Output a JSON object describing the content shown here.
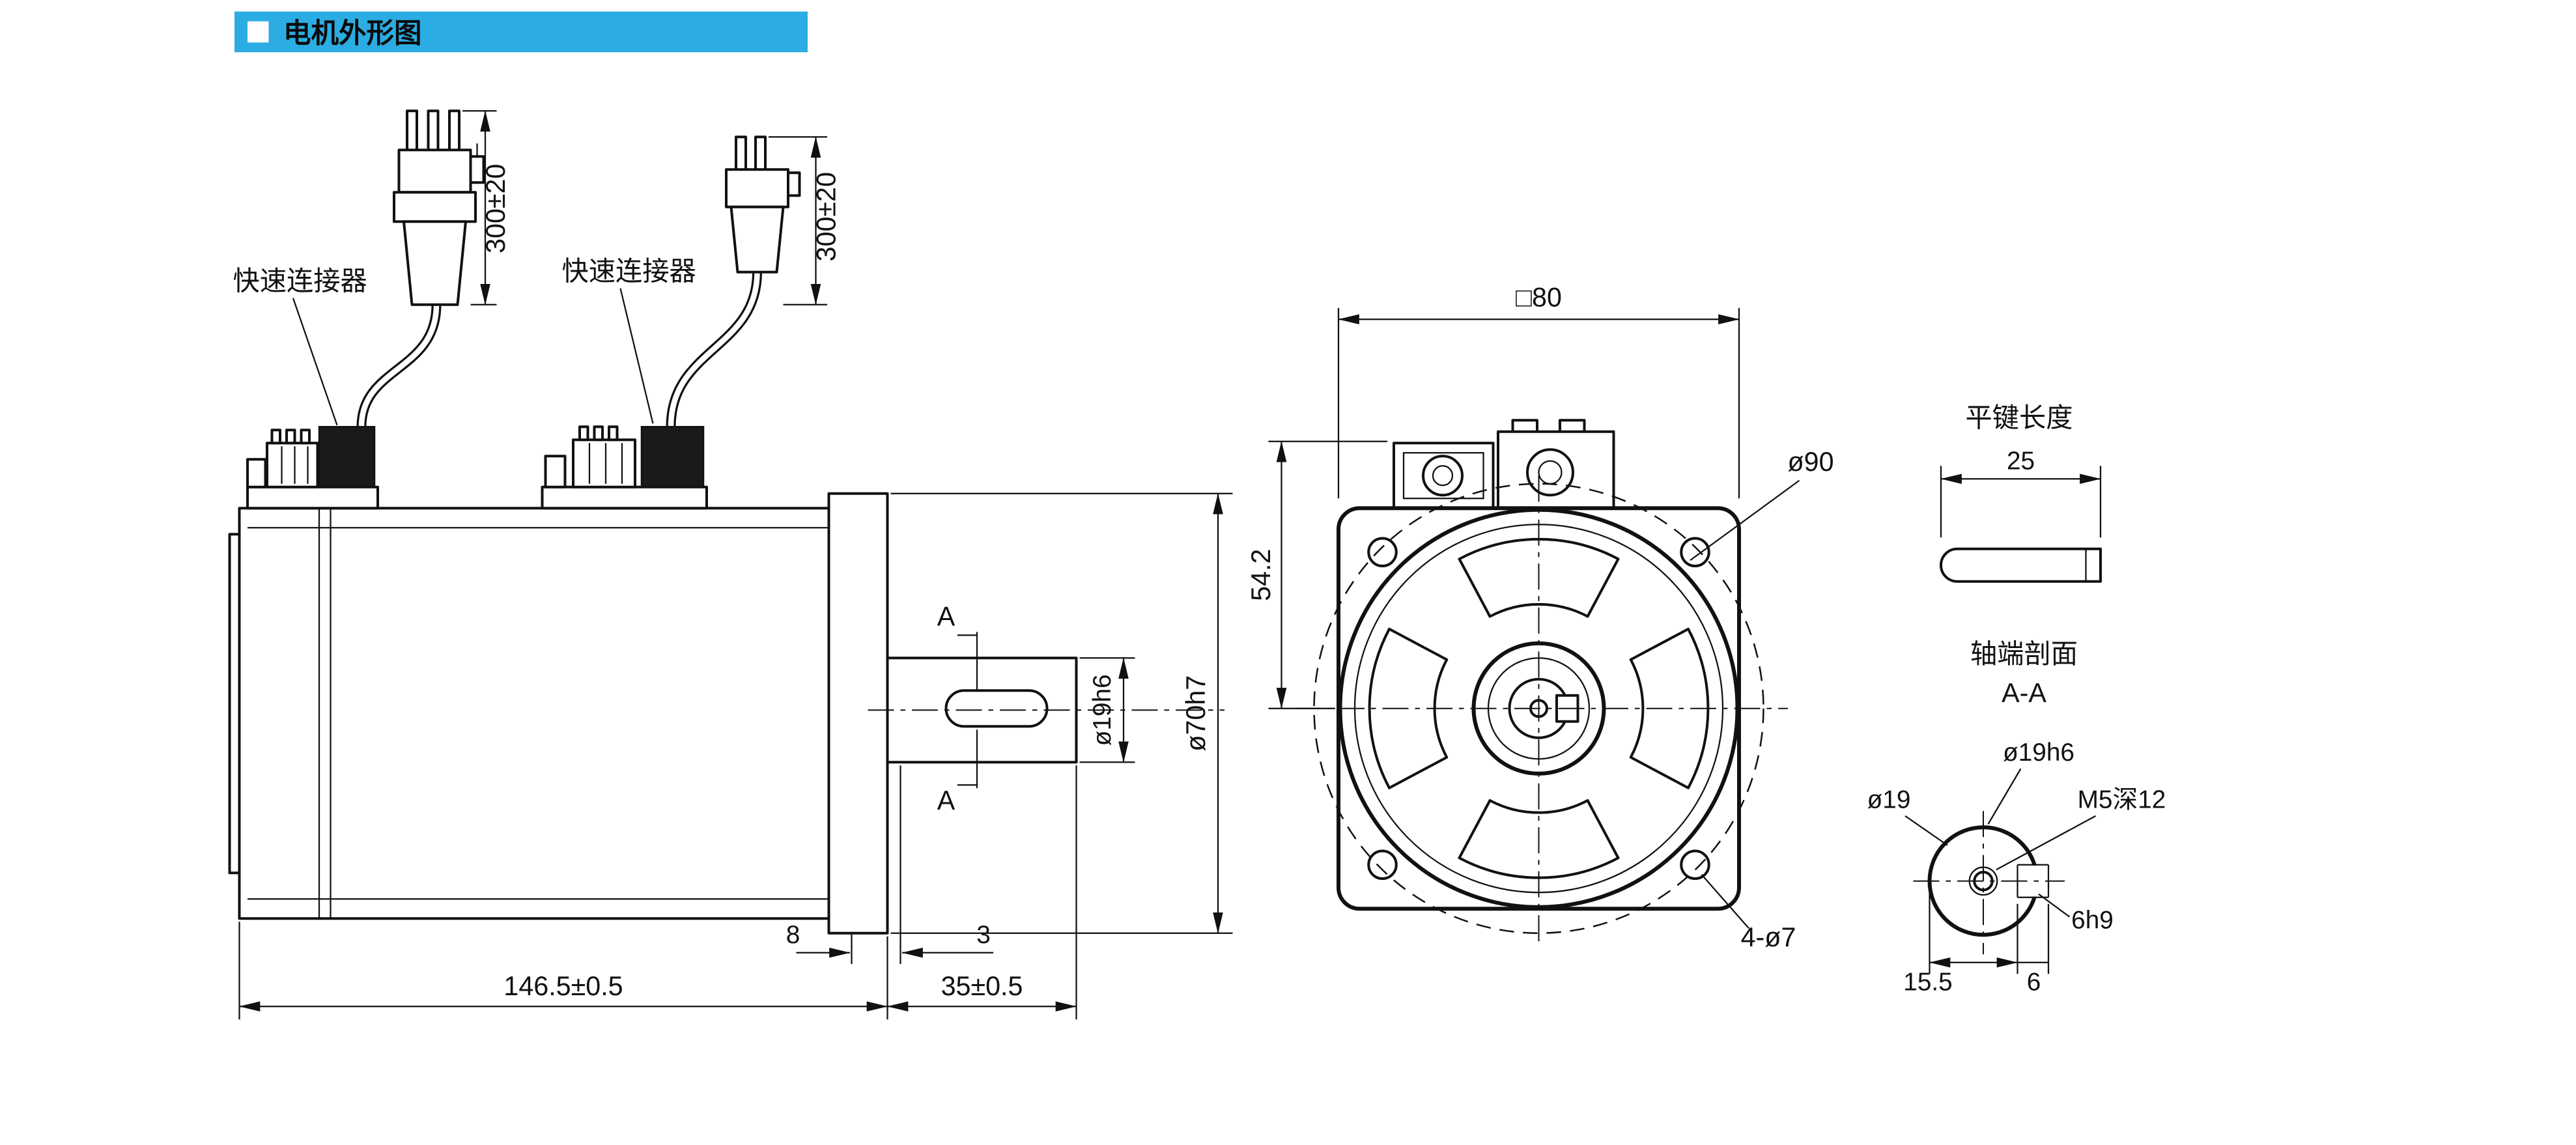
{
  "header": {
    "title": "电机外形图",
    "bar_color": "#2BACE2"
  },
  "side_view": {
    "connector_labels": [
      "快速连接器",
      "快速连接器"
    ],
    "cable_length_labels": [
      "300±20",
      "300±20"
    ],
    "section_label_top": "A",
    "section_label_bottom": "A",
    "dim_shaft_dia": "ø19h6",
    "dim_flange_dia": "ø70h7",
    "dim_flange_thickness": "8",
    "dim_shoulder": "3",
    "dim_body_length": "146.5±0.5",
    "dim_shaft_length": "35±0.5"
  },
  "front_view": {
    "dim_square": "□80",
    "dim_height": "54.2",
    "dim_bolt_circle": "ø90",
    "dim_holes": "4-ø7"
  },
  "key_view": {
    "title": "平键长度",
    "dim_length": "25"
  },
  "shaft_section": {
    "title": "轴端剖面",
    "subtitle": "A-A",
    "dim_dia_tol": "ø19h6",
    "dim_dia": "ø19",
    "dim_thread": "M5深12",
    "dim_key_width": "6h9",
    "dim_key_offset": "15.5",
    "dim_width": "6"
  }
}
